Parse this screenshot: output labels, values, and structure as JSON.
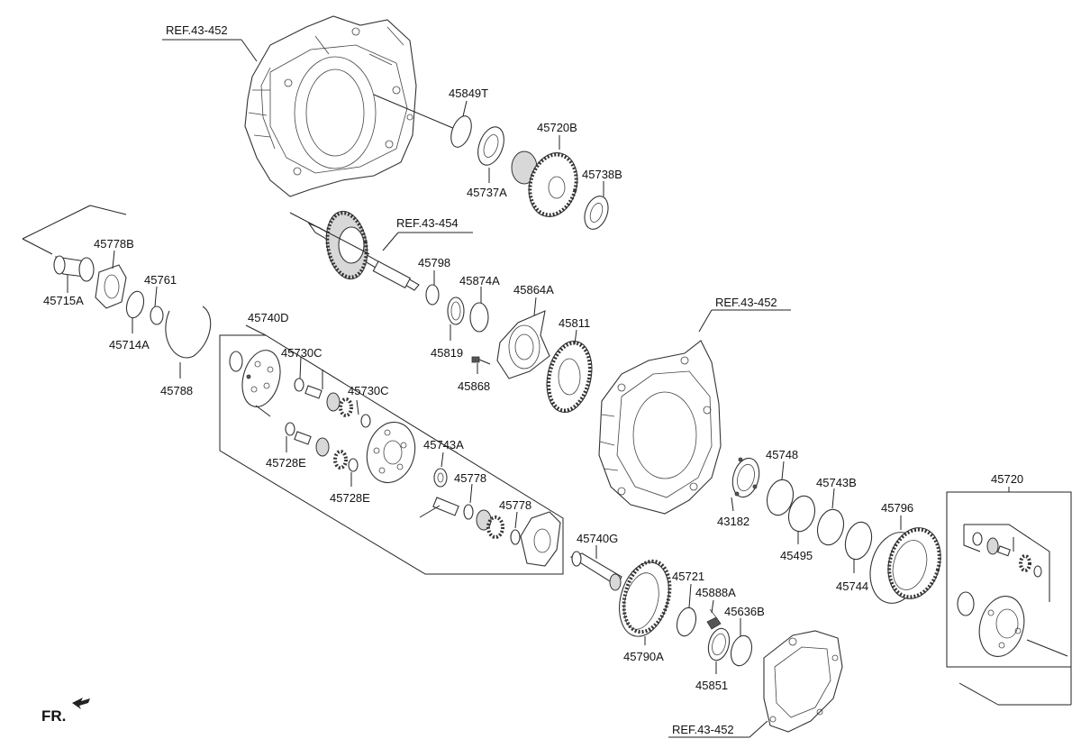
{
  "labels": {
    "ref1": "REF.43-452",
    "ref2": "REF.43-454",
    "ref3": "REF.43-452",
    "ref4": "REF.43-452",
    "p45849T": "45849T",
    "p45720B": "45720B",
    "p45737A": "45737A",
    "p45738B": "45738B",
    "p45778B": "45778B",
    "p45715A": "45715A",
    "p45761": "45761",
    "p45714A": "45714A",
    "p45788": "45788",
    "p45798": "45798",
    "p45874A": "45874A",
    "p45864A": "45864A",
    "p45819": "45819",
    "p45868": "45868",
    "p45811": "45811",
    "p45740D": "45740D",
    "p45730C_1": "45730C",
    "p45730C_2": "45730C",
    "p45728E_1": "45728E",
    "p45728E_2": "45728E",
    "p45743A": "45743A",
    "p45778_1": "45778",
    "p45778_2": "45778",
    "p45740G": "45740G",
    "p45721": "45721",
    "p45888A": "45888A",
    "p45636B": "45636B",
    "p45790A": "45790A",
    "p45851": "45851",
    "p43182": "43182",
    "p45748": "45748",
    "p45495": "45495",
    "p45743B": "45743B",
    "p45744": "45744",
    "p45796": "45796",
    "p45720": "45720",
    "fr": "FR."
  }
}
